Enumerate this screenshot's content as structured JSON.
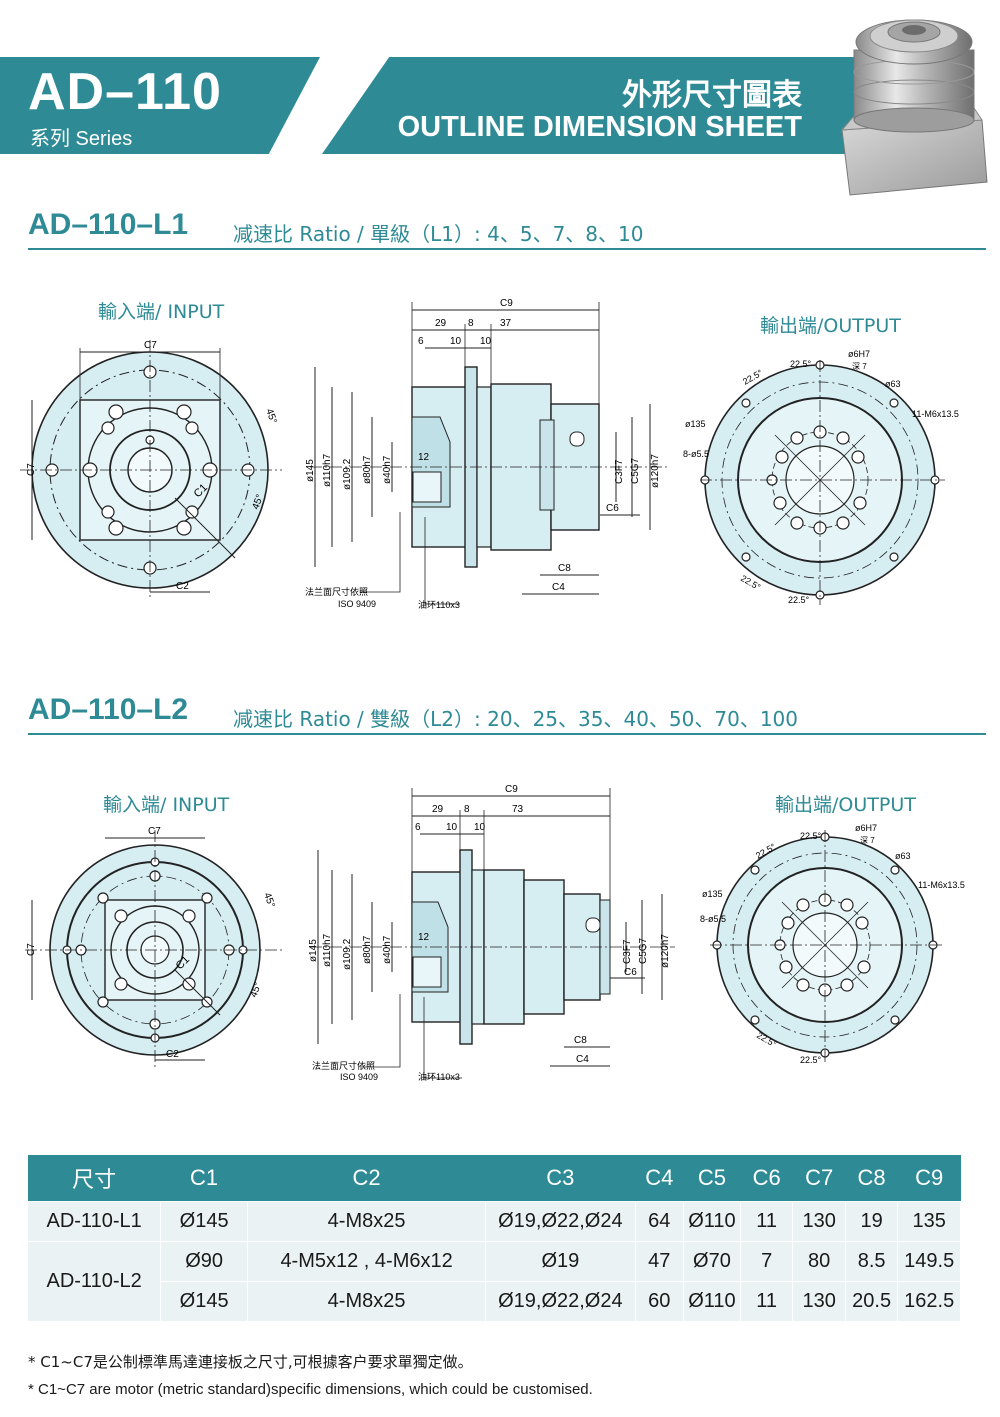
{
  "header": {
    "series_code": "AD–110",
    "series_label": "系列 Series",
    "sheet_title_cn": "外形尺寸圖表",
    "sheet_title_en": "OUTLINE DIMENSION SHEET"
  },
  "section_l1": {
    "title": "AD–110–L1",
    "ratio": "减速比 Ratio / 單級（L1）: 4、5、7、8、10",
    "input_label": "輸入端/ INPUT",
    "output_label": "輸出端/OUTPUT",
    "dims_top": {
      "c9": "C9",
      "d29": "29",
      "d8": "8",
      "d37": "37",
      "d6": "6",
      "d10a": "10",
      "d10b": "10"
    },
    "side_dims": {
      "d145": "ø145",
      "d110": "ø110h7",
      "d109": "ø109.2",
      "d80": "ø80h7",
      "d40": "ø40h7",
      "d12": "12",
      "c3": "C3F7",
      "c5": "C5G7",
      "d120": "ø120h7",
      "c6": "C6",
      "c8": "C8",
      "c4": "C4"
    },
    "notes": {
      "flange": "法兰面尺寸依照",
      "iso": "ISO 9409",
      "oring": "油环110x3"
    },
    "input_dims": {
      "c7_top": "C7",
      "c7_side": "C7",
      "c1": "C1",
      "c2": "C2",
      "a45a": "45°",
      "a45b": "45°"
    },
    "output_dims": {
      "d6": "ø6H7",
      "deep": "深 7",
      "d63": "ø63",
      "m6": "11-M6x13.5",
      "d135": "ø135",
      "holes": "8-ø5.5",
      "a1": "22.5°",
      "a2": "22.5°",
      "a3": "22.5°",
      "a4": "22.5°"
    }
  },
  "section_l2": {
    "title": "AD–110–L2",
    "ratio": "减速比 Ratio / 雙級（L2）: 20、25、35、40、50、70、100",
    "input_label": "輸入端/ INPUT",
    "output_label": "輸出端/OUTPUT",
    "dims_top": {
      "c9": "C9",
      "d29": "29",
      "d8": "8",
      "d73": "73",
      "d6": "6",
      "d10a": "10",
      "d10b": "10"
    },
    "side_dims": {
      "d145": "ø145",
      "d110": "ø110h7",
      "d109": "ø109.2",
      "d80": "ø80h7",
      "d40": "ø40h7",
      "d12": "12",
      "c3": "C3F7",
      "c5": "C5G7",
      "d120": "ø120h7",
      "c6": "C6",
      "c8": "C8",
      "c4": "C4"
    },
    "notes": {
      "flange": "法兰面尺寸依照",
      "iso": "ISO 9409",
      "oring": "油环110x3"
    },
    "input_dims": {
      "c7_top": "C7",
      "c7_side": "C7",
      "c1": "C1",
      "c2": "C2",
      "a45a": "45°",
      "a45b": "45°"
    },
    "output_dims": {
      "d6": "ø6H7",
      "deep": "深 7",
      "d63": "ø63",
      "m6": "11-M6x13.5",
      "d135": "ø135",
      "holes": "8-ø5.5",
      "a1": "22.5°",
      "a2": "22.5°",
      "a3": "22.5°",
      "a4": "22.5°"
    }
  },
  "table": {
    "headers": [
      "尺寸",
      "C1",
      "C2",
      "C3",
      "C4",
      "C5",
      "C6",
      "C7",
      "C8",
      "C9"
    ],
    "rows": [
      {
        "model": "AD-110-L1",
        "c1": "Ø145",
        "c2": "4-M8x25",
        "c3": "Ø19,Ø22,Ø24",
        "c4": "64",
        "c5": "Ø110",
        "c6": "11",
        "c7": "130",
        "c8": "19",
        "c9": "135"
      },
      {
        "model": "AD-110-L2",
        "c1": "Ø90",
        "c2": "4-M5x12 , 4-M6x12",
        "c3": "Ø19",
        "c4": "47",
        "c5": "Ø70",
        "c6": "7",
        "c7": "80",
        "c8": "8.5",
        "c9": "149.5"
      },
      {
        "model": "",
        "c1": "Ø145",
        "c2": "4-M8x25",
        "c3": "Ø19,Ø22,Ø24",
        "c4": "60",
        "c5": "Ø110",
        "c6": "11",
        "c7": "130",
        "c8": "20.5",
        "c9": "162.5"
      }
    ]
  },
  "notes": {
    "cn": "* C1~C7是公制標準馬達連接板之尺寸,可根據客户要求單獨定做。",
    "en": "* C1~C7 are motor (metric standard)specific dimensions, which could be customised."
  },
  "colors": {
    "accent": "#2e8b96",
    "drawing_fill": "#d6edf2",
    "table_cell": "#eaf2f4"
  }
}
